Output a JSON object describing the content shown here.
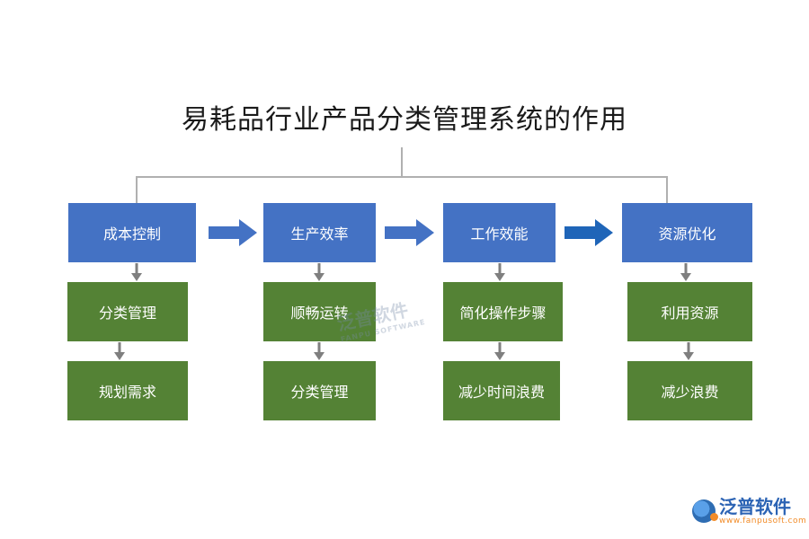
{
  "title": "易耗品行业产品分类管理系统的作用",
  "columns": [
    {
      "head": "成本控制",
      "items": [
        "分类管理",
        "规划需求"
      ]
    },
    {
      "head": "生产效率",
      "items": [
        "顺畅运转",
        "分类管理"
      ]
    },
    {
      "head": "工作效能",
      "items": [
        "简化操作步骤",
        "减少时间浪费"
      ]
    },
    {
      "head": "资源优化",
      "items": [
        "利用资源",
        "减少浪费"
      ]
    }
  ],
  "watermark": {
    "text": "泛普软件",
    "sub": "FANPU SOFTWARE"
  },
  "logo": {
    "name": "泛普软件",
    "url": "www.fanpusoft.com"
  },
  "colors": {
    "head": "#4472c4",
    "item": "#548235",
    "arrow": "#4472c4",
    "connector": "#808080"
  }
}
